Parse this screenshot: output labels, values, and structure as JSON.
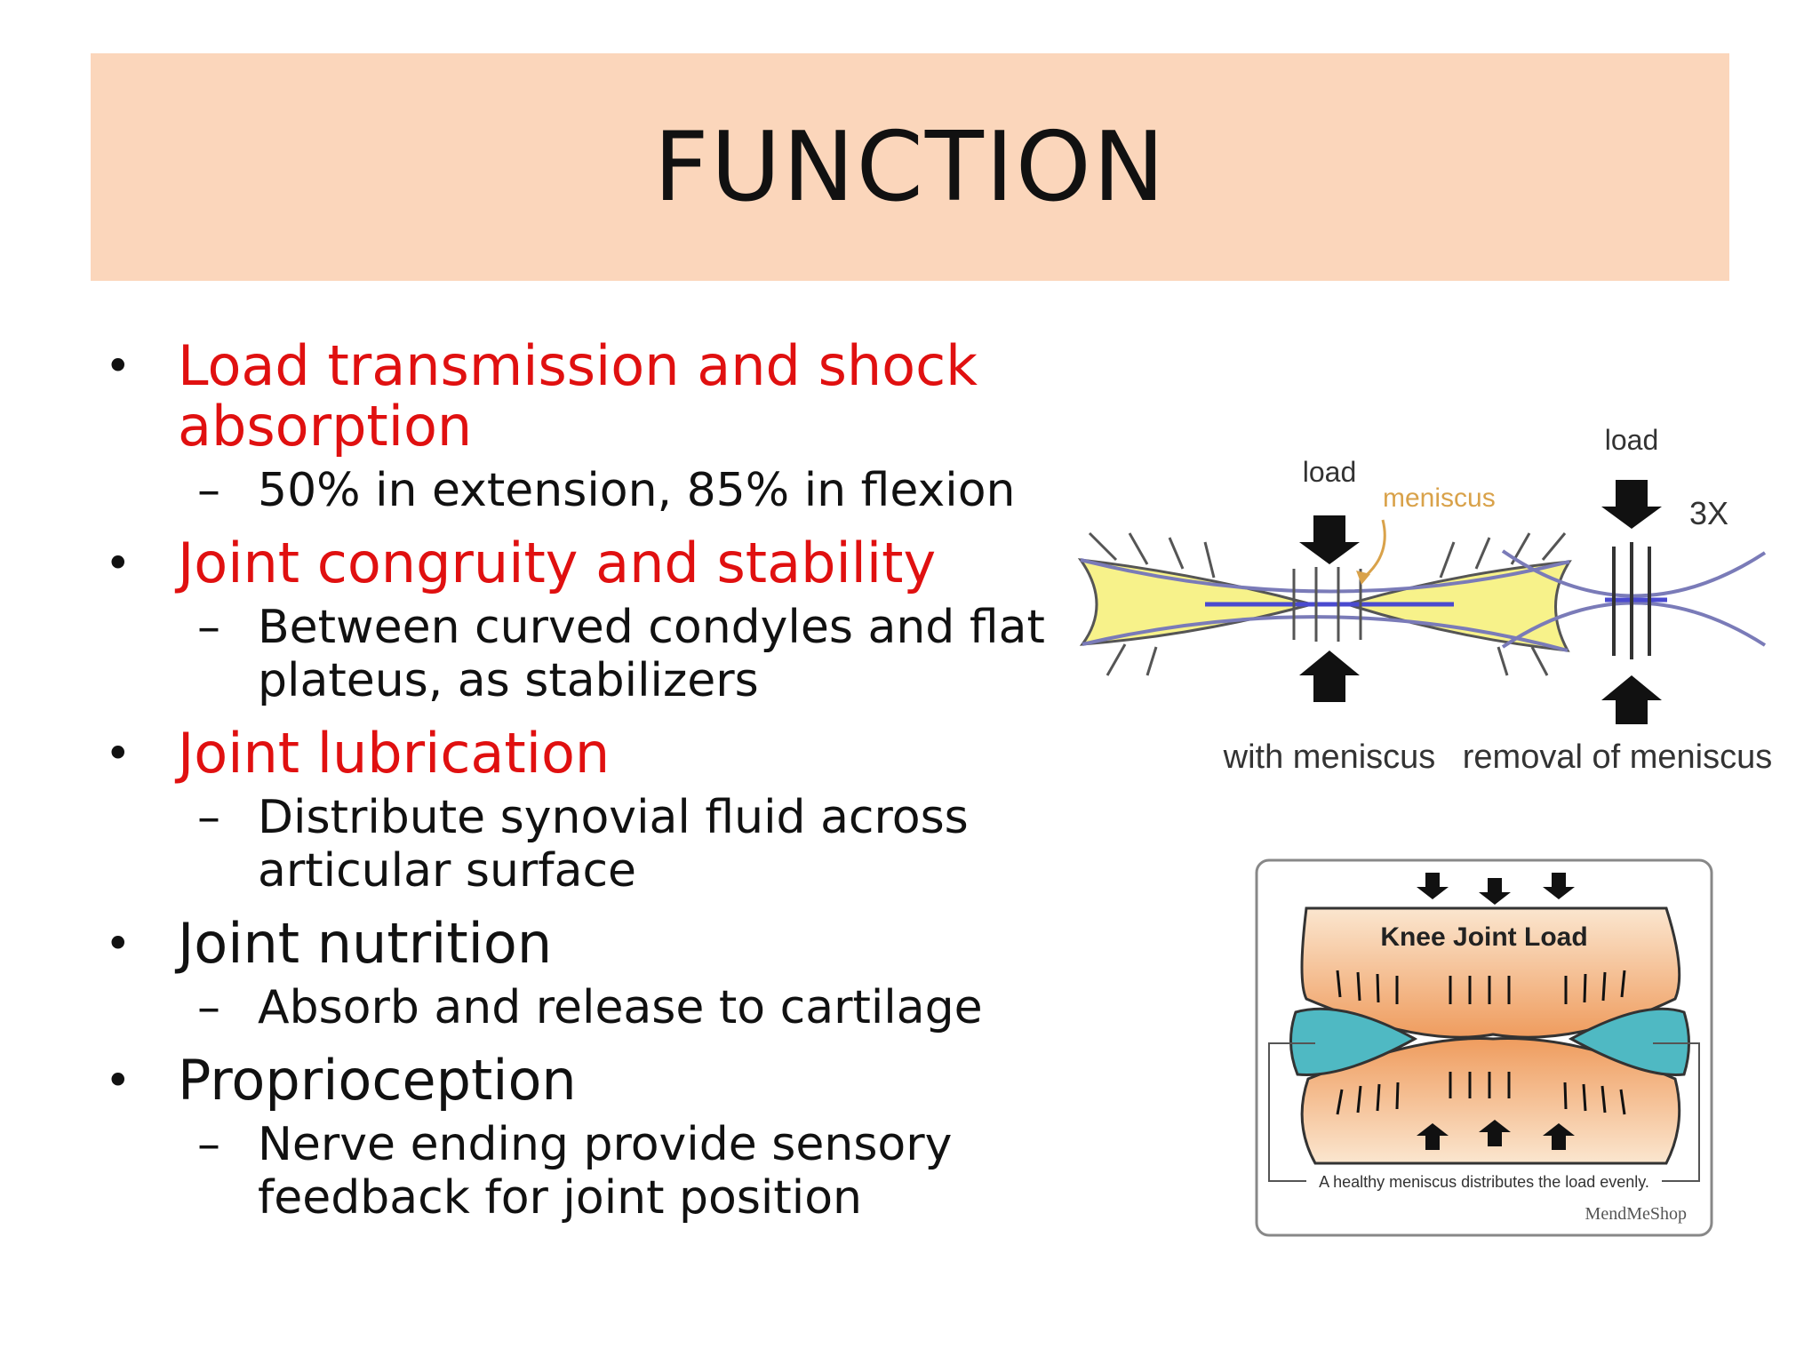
{
  "slide": {
    "title": "FUNCTION",
    "bullets": [
      {
        "text": "Load transmission and shock absorption",
        "color": "#e01010",
        "sub": [
          "50% in extension, 85% in flexion"
        ]
      },
      {
        "text": "Joint congruity and stability",
        "color": "#e01010",
        "sub": [
          "Between curved condyles and flat plateus, as stabilizers"
        ]
      },
      {
        "text": "Joint lubrication",
        "color": "#e01010",
        "sub": [
          "Distribute synovial fluid across articular surface"
        ]
      },
      {
        "text": "Joint nutrition",
        "color": "#111111",
        "sub": [
          "Absorb and release to cartilage"
        ]
      },
      {
        "text": "Proprioception",
        "color": "#111111",
        "sub": [
          "Nerve ending provide sensory feedback for joint position"
        ]
      }
    ]
  },
  "figure1": {
    "label_load_left": "load",
    "label_meniscus": "meniscus",
    "label_load_right": "load",
    "label_3x": "3X",
    "caption_left": "with meniscus",
    "caption_right": "removal of meniscus"
  },
  "figure2": {
    "title": "Knee Joint Load",
    "caption": "A healthy meniscus distributes the load evenly.",
    "credit": "MendMeShop"
  },
  "colors": {
    "title_band": "#fbd6bb",
    "accent_red": "#e01010",
    "meniscus_yellow": "#f7f28a",
    "meniscus_teal": "#4fb9c3",
    "bone_orange": "#f2b27d"
  }
}
